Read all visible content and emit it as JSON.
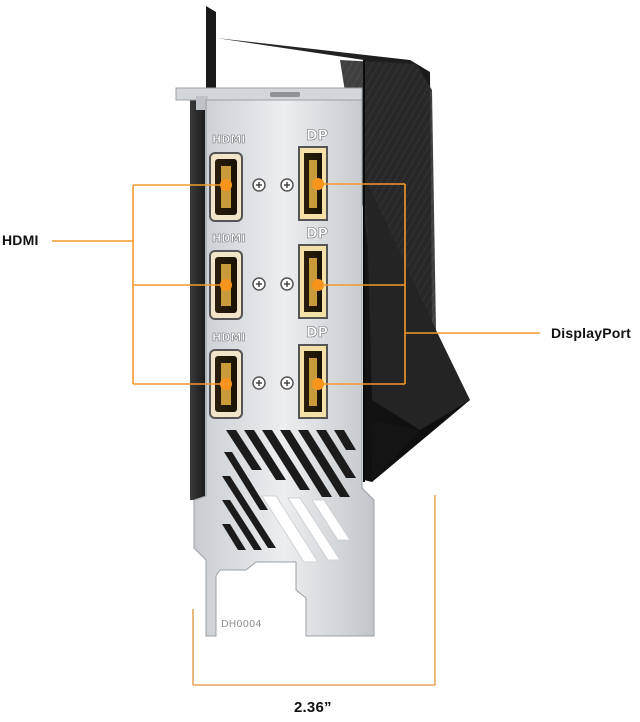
{
  "callouts": {
    "hdmi_label": "HDMI",
    "displayport_label": "DisplayPort",
    "width_label": "2.36”"
  },
  "bracket": {
    "port_labels_hdmi": [
      "HDMI",
      "HDMI",
      "HDMI"
    ],
    "port_labels_dp": [
      "DP",
      "DP",
      "DP"
    ],
    "part_number": "DH0004"
  },
  "colors": {
    "callout_line": "#f39a2b",
    "callout_dot": "#f7941d",
    "dimension_line": "#e8a65a",
    "shroud": "#1c1c1c",
    "bracket": "#dcdfe2"
  }
}
